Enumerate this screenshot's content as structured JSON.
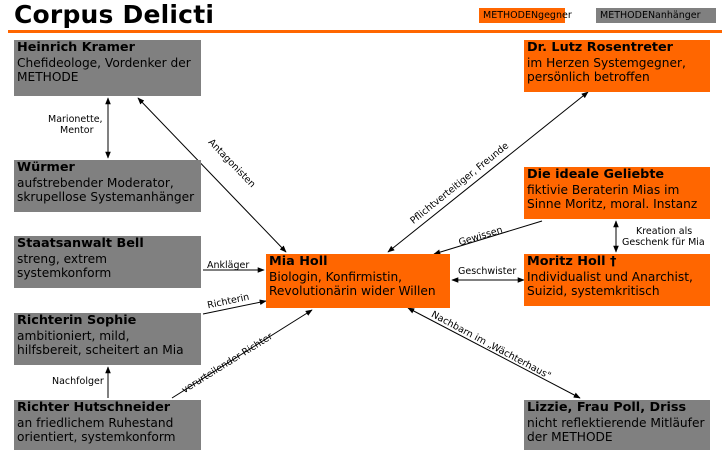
{
  "title": "Corpus Delicti",
  "legend": {
    "opponent": "METHODENgegner",
    "supporter": "METHODENanhänger"
  },
  "nodes": {
    "kramer": {
      "name": "Heinrich Kramer",
      "lines": [
        "Chefideologe, Vordenker der",
        "METHODE"
      ]
    },
    "wuermer": {
      "name": "Würmer",
      "lines": [
        "aufstrebender Moderator,",
        "skrupellose Systemanhänger"
      ]
    },
    "bell": {
      "name": "Staatsanwalt Bell",
      "lines": [
        "streng, extrem",
        "systemkonform"
      ]
    },
    "sophie": {
      "name": "Richterin Sophie",
      "lines": [
        "ambitioniert, mild,",
        "hilfsbereit, scheitert an Mia"
      ]
    },
    "hutschneider": {
      "name": "Richter Hutschneider",
      "lines": [
        "an friedlichem Ruhestand",
        "orientiert, systemkonform"
      ]
    },
    "mia": {
      "name": "Mia Holl",
      "lines": [
        "Biologin, Konfirmistin,",
        "Revolutionärin wider Willen"
      ]
    },
    "rosentreter": {
      "name": "Dr. Lutz Rosentreter",
      "lines": [
        "im Herzen Systemgegner,",
        "persönlich betroffen"
      ]
    },
    "geliebte": {
      "name": "Die ideale Geliebte",
      "lines": [
        "fiktivie Beraterin Mias im",
        "Sinne Moritz, moral. Instanz"
      ]
    },
    "moritz": {
      "name": "Moritz Holl †",
      "lines": [
        "Individualist und Anarchist,",
        "Suizid, systemkritisch"
      ]
    },
    "lizzie": {
      "name": "Lizzie, Frau Poll, Driss",
      "lines": [
        "nicht reflektierende Mitläufer",
        "der METHODE"
      ]
    }
  },
  "edge_labels": {
    "marionette": [
      "Marionette,",
      "Mentor"
    ],
    "antagonisten": "Antagonisten",
    "anklaeger": "Ankläger",
    "richterin": "Richterin",
    "nachfolger": "Nachfolger",
    "verurteilender": "verurteilender Richter",
    "pflicht": "Pflichtverteitiger, Freunde",
    "gewissen": "Gewissen",
    "kreation": [
      "Kreation als",
      "Geschenk für Mia"
    ],
    "geschwister": "Geschwister",
    "nachbarn": "Nachbarn im „Wächterhaus\""
  },
  "colors": {
    "opponent": "#ff6600",
    "supporter": "#808080",
    "accent_rule": "#ff6600"
  }
}
